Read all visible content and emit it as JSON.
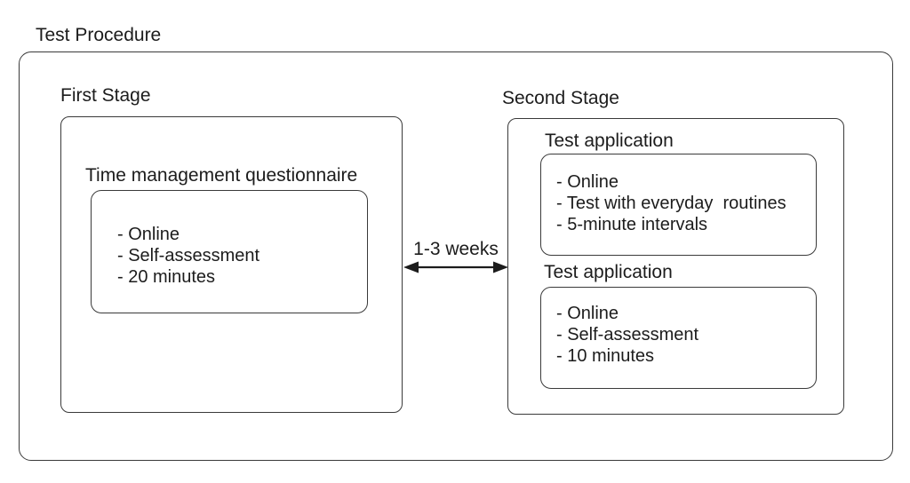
{
  "diagram": {
    "title": "Test Procedure",
    "interval_label": "1-3 weeks",
    "first_stage": {
      "label": "First Stage",
      "questionnaire": {
        "label": "Time management questionnaire",
        "items": [
          "- Online",
          "- Self-assessment",
          "- 20 minutes"
        ]
      }
    },
    "second_stage": {
      "label": "Second Stage",
      "applications": [
        {
          "label": "Test application",
          "items": [
            "- Online",
            "- Test with everyday  routines",
            "- 5-minute intervals"
          ]
        },
        {
          "label": "Test application",
          "items": [
            "- Online",
            "- Self-assessment",
            "- 10 minutes"
          ]
        }
      ]
    },
    "colors": {
      "border": "#3a3a3a",
      "text": "#1c1c1c",
      "background": "#ffffff"
    }
  }
}
